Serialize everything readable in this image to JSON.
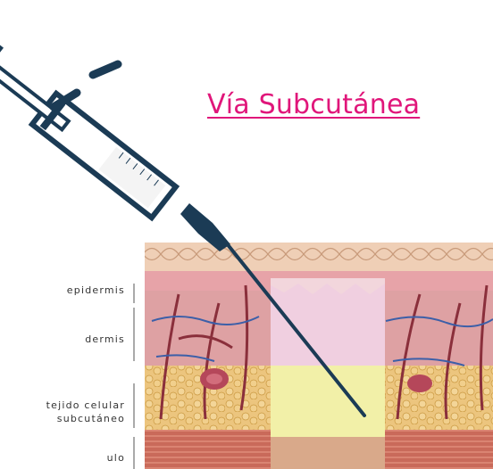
{
  "title": "Vía Subcutánea",
  "labels": {
    "epidermis": "epidermis",
    "dermis": "dermis",
    "subcut_line1": "tejido celular",
    "subcut_line2": "subcutáneo",
    "muscle": "ulo"
  },
  "colors": {
    "title": "#e0167a",
    "epidermis_window": "#f2d6dc",
    "dermis_window": "#f0cfe0",
    "subcut_window": "#f2f0a8",
    "muscle_window": "#d9a98a",
    "syringe": "#1b3b55",
    "skin_tissue": "#d98a7e",
    "fat": "#e8c178"
  },
  "icons": [
    "syringe-icon"
  ]
}
